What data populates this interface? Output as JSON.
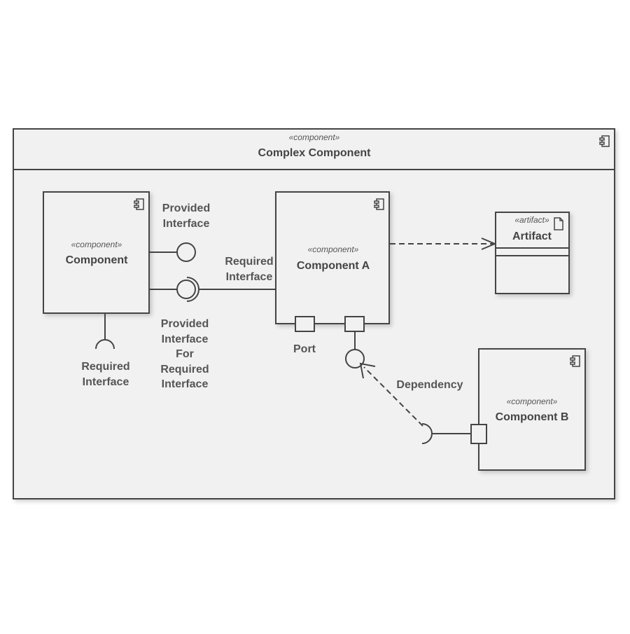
{
  "diagram": {
    "outer": {
      "stereotype": "«component»",
      "title": "Complex Component",
      "icon": "component-icon"
    },
    "component": {
      "stereotype": "«component»",
      "name": "Component",
      "icon": "component-icon"
    },
    "component_a": {
      "stereotype": "«component»",
      "name": "Component A",
      "icon": "component-icon"
    },
    "component_b": {
      "stereotype": "«component»",
      "name": "Component B",
      "icon": "component-icon"
    },
    "artifact": {
      "stereotype": "«artifact»",
      "name": "Artifact",
      "icon": "document-icon"
    },
    "labels": {
      "provided_interface": [
        "Provided",
        "Interface"
      ],
      "required_interface_mid": [
        "Required",
        "Interface"
      ],
      "provided_for_required": [
        "Provided",
        "Interface",
        "For",
        "Required",
        "Interface"
      ],
      "required_interface_bottom": [
        "Required",
        "Interface"
      ],
      "port": "Port",
      "dependency": "Dependency"
    },
    "colors": {
      "stroke": "#444444",
      "fill": "#f1f1f1",
      "text": "#555555"
    }
  }
}
